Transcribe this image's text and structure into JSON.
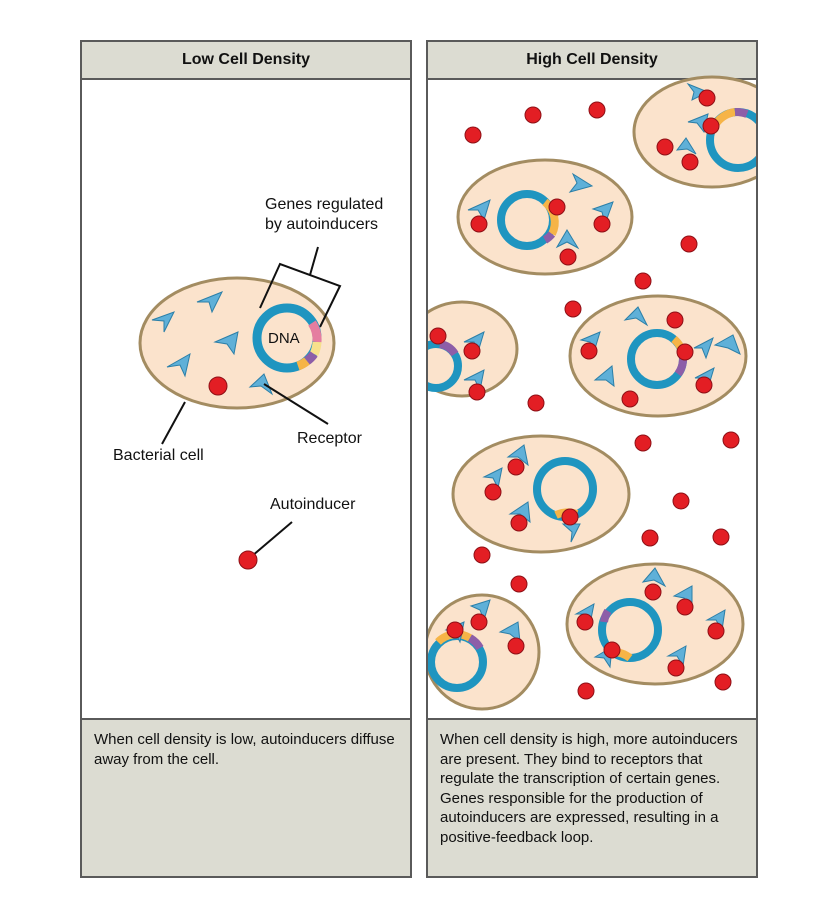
{
  "low_panel": {
    "title": "Low Cell Density",
    "caption": "When cell density is low, autoinducers diffuse away from the cell.",
    "labels": {
      "genes_line1": "Genes regulated",
      "genes_line2": "by autoinducers",
      "dna": "DNA",
      "bacterial_cell": "Bacterial cell",
      "receptor": "Receptor",
      "autoinducer": "Autoinducer"
    }
  },
  "high_panel": {
    "title": "High Cell Density",
    "caption": "When cell density is high, more autoinducers are present. They bind to receptors that regulate the transcription of certain genes. Genes responsible for the production of autoinducers are expressed, resulting in a positive-feedback loop."
  },
  "colors": {
    "cell_fill": "#fbe3cc",
    "cell_stroke": "#a38c61",
    "dna_ring": "#1f95c0",
    "receptor": "#5fb0d8",
    "autoinducer": "#e31e24",
    "header_bg": "#dcdcd2",
    "gene_colors": [
      "#f6b447",
      "#f7e08c",
      "#8d5ea8",
      "#e57da0",
      "#f08c4c"
    ]
  }
}
